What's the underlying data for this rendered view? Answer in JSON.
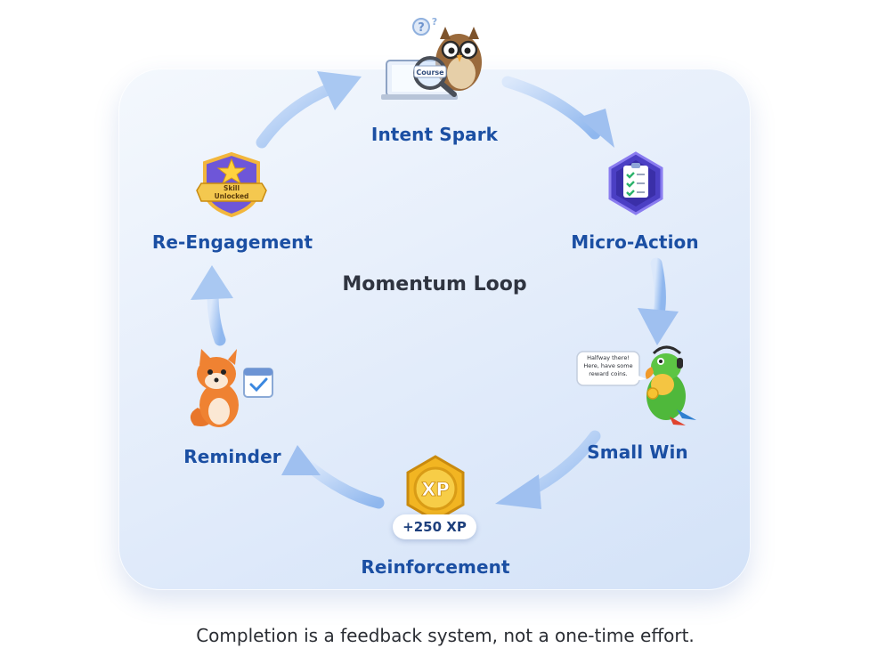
{
  "diagram": {
    "title": "Momentum Loop",
    "caption": "Completion is a feedback system, not a one-time effort.",
    "stages": [
      {
        "label": "Intent Spark",
        "icon": "owl-magnifier-icon",
        "icon_text": "Course"
      },
      {
        "label": "Micro-Action",
        "icon": "checklist-badge-icon"
      },
      {
        "label": "Small Win",
        "icon": "parrot-icon",
        "speech": "Halfway there! Here, have some reward coins."
      },
      {
        "label": "Reinforcement",
        "icon": "xp-coin-icon",
        "icon_text": "XP",
        "badge": "+250 XP"
      },
      {
        "label": "Reminder",
        "icon": "fox-calendar-icon"
      },
      {
        "label": "Re-Engagement",
        "icon": "skill-shield-icon",
        "icon_text": "Skill Unlocked"
      }
    ],
    "colors": {
      "label": "#1b4fa3",
      "arrow": "#a9c8f2",
      "card_top": "#f4f8fd",
      "card_bottom": "#d3e2f8",
      "title": "#2f3440"
    }
  }
}
